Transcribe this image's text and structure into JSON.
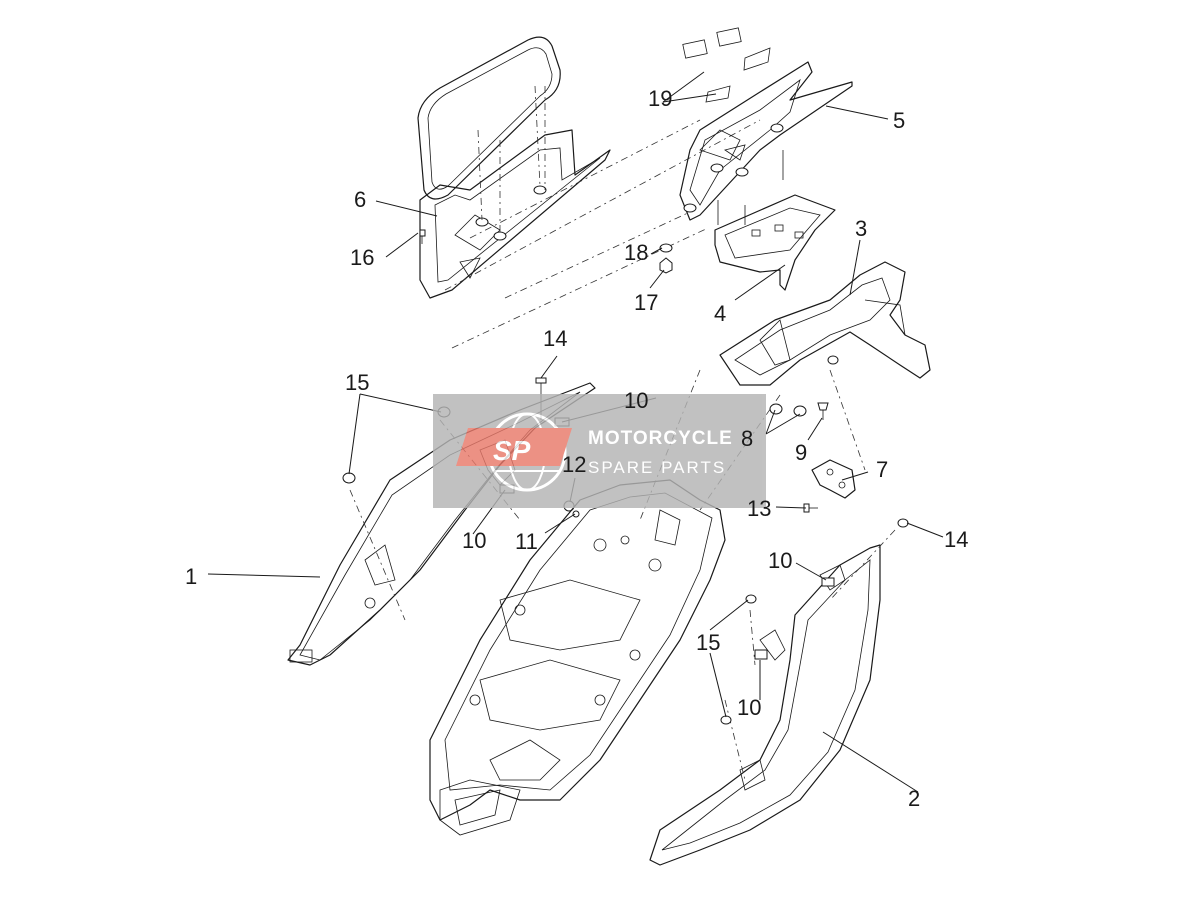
{
  "watermark": {
    "brand_line1": "MOTORCYCLE",
    "brand_line2": "SPARE PARTS",
    "logo_text": "SP"
  },
  "callouts": {
    "c1": "1",
    "c2": "2",
    "c3": "3",
    "c4": "4",
    "c5": "5",
    "c6": "6",
    "c7": "7",
    "c8": "8",
    "c9": "9",
    "c10a": "10",
    "c10b": "10",
    "c10c": "10",
    "c10d": "10",
    "c11": "11",
    "c12": "12",
    "c13": "13",
    "c14a": "14",
    "c14b": "14",
    "c15a": "15",
    "c15b": "15",
    "c16": "16",
    "c17": "17",
    "c18": "18",
    "c19": "19"
  },
  "colors": {
    "line": "#1a1a1a",
    "watermark_bg": "#b4b4b4",
    "watermark_accent": "#e8796a"
  }
}
